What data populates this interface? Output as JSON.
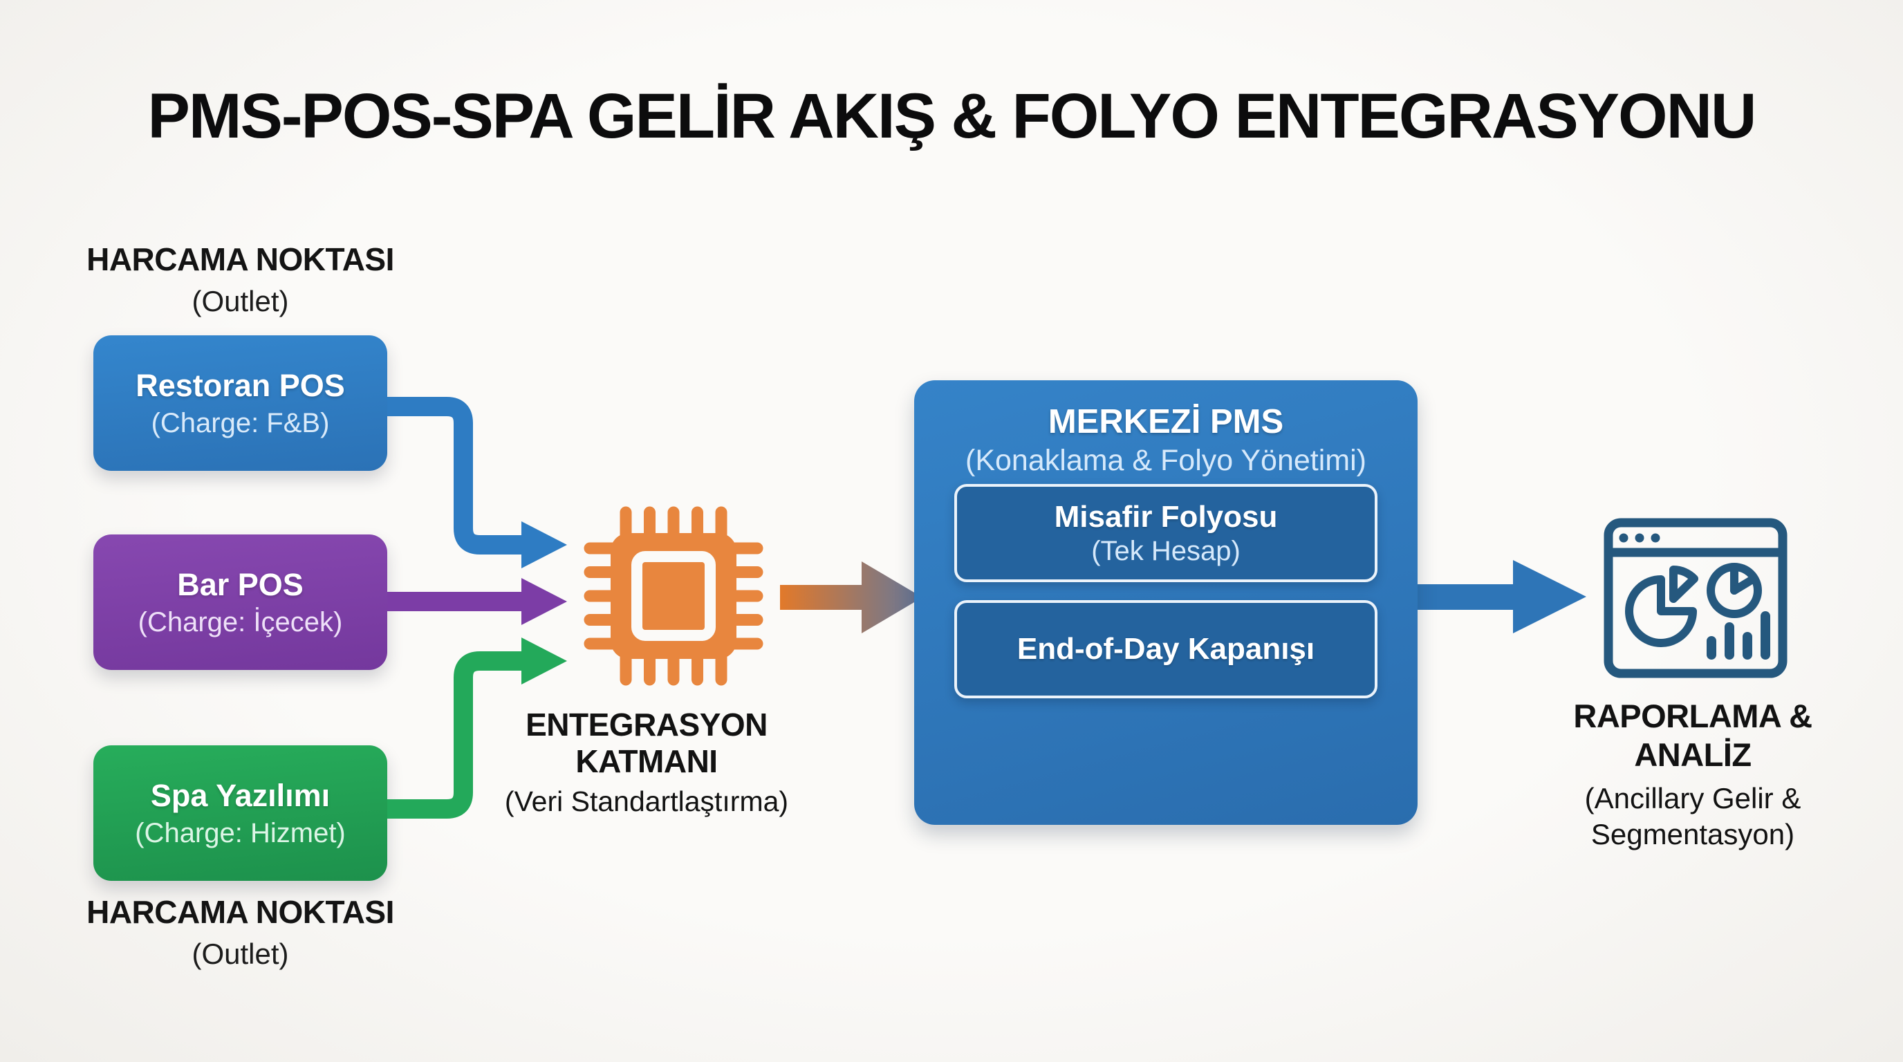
{
  "page": {
    "title": "PMS-POS-SPA GELİR AKIŞ & FOLYO ENTEGRASYONU"
  },
  "outlet_top": {
    "line1": "HARCAMA NOKTASI",
    "line2": "(Outlet)"
  },
  "outlet_bottom": {
    "line1": "HARCAMA NOKTASI",
    "line2": "(Outlet)"
  },
  "sources": [
    {
      "title": "Restoran POS",
      "subtitle": "(Charge: F&B)",
      "color": "#2d7cc1"
    },
    {
      "title": "Bar POS",
      "subtitle": "(Charge: İçecek)",
      "color": "#7c3da6"
    },
    {
      "title": "Spa Yazılımı",
      "subtitle": "(Charge: Hizmet)",
      "color": "#22a254"
    }
  ],
  "integration": {
    "icon": "chip-icon",
    "title_line1": "ENTEGRASYON",
    "title_line2": "KATMANI",
    "subtitle": "(Veri Standartlaştırma)",
    "chip_color": "#e8863e"
  },
  "pms": {
    "title": "MERKEZİ PMS",
    "subtitle": "(Konaklama & Folyo Yönetimi)",
    "color": "#2e74b6",
    "modules": [
      {
        "title": "Misafir Folyosu",
        "subtitle": "(Tek Hesap)"
      },
      {
        "title": "End-of-Day Kapanışı"
      }
    ]
  },
  "reporting": {
    "icon": "dashboard-icon",
    "title_line1": "RAPORLAMA &",
    "title_line2": "ANALİZ",
    "subtitle_line1": "(Ancillary Gelir &",
    "subtitle_line2": "Segmentasyon)",
    "icon_color": "#25587e"
  },
  "colors": {
    "background": "#f8f7f4",
    "title_ink": "#0c0c0d",
    "source_blue": "#2d7cc1",
    "source_purple": "#7c3da6",
    "source_green": "#22a254",
    "chip_orange": "#e8863e",
    "pms_blue": "#2e74b6",
    "pms_module_blue": "#24639e",
    "report_ink": "#25587e",
    "gradient_arrow_from": "#e2792a",
    "gradient_arrow_to": "#64779a"
  }
}
